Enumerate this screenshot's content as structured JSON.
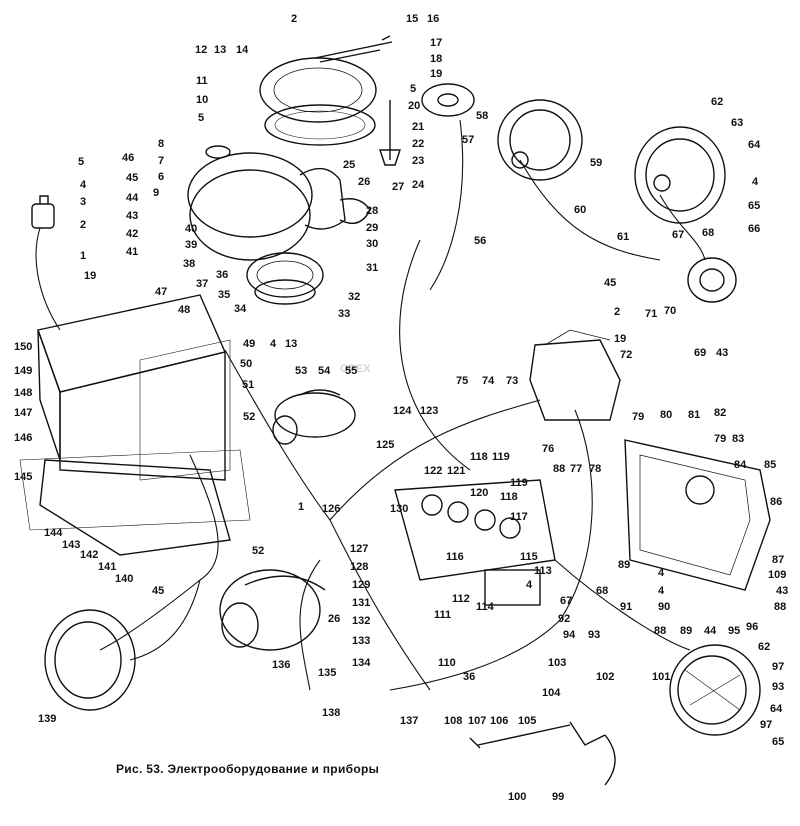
{
  "figure": {
    "caption": "Рис. 53. Электрооборудование и приборы",
    "watermark_text": "OPEX"
  },
  "callouts": {
    "n1": "1",
    "n2": "2",
    "n3": "3",
    "n4": "4",
    "n5": "5",
    "n6": "6",
    "n7": "7",
    "n8": "8",
    "n9": "9",
    "n10": "10",
    "n11": "11",
    "n12": "12",
    "n13": "13",
    "n14": "14",
    "n15": "15",
    "n16": "16",
    "n17": "17",
    "n18": "18",
    "n19": "19",
    "n20": "20",
    "n21": "21",
    "n22": "22",
    "n23": "23",
    "n24": "24",
    "n25": "25",
    "n26": "26",
    "n27": "27",
    "n28": "28",
    "n29": "29",
    "n30": "30",
    "n31": "31",
    "n32": "32",
    "n33": "33",
    "n34": "34",
    "n35": "35",
    "n36": "36",
    "n37": "37",
    "n38": "38",
    "n39": "39",
    "n40": "40",
    "n41": "41",
    "n42": "42",
    "n43": "43",
    "n44": "44",
    "n45": "45",
    "n46": "46",
    "n47": "47",
    "n48": "48",
    "n49": "49",
    "n50": "50",
    "n51": "51",
    "n52": "52",
    "n53": "53",
    "n54": "54",
    "n55": "55",
    "n56": "56",
    "n57": "57",
    "n58": "58",
    "n59": "59",
    "n60": "60",
    "n61": "61",
    "n62": "62",
    "n63": "63",
    "n64": "64",
    "n65": "65",
    "n66": "66",
    "n67": "67",
    "n68": "68",
    "n69": "69",
    "n70": "70",
    "n71": "71",
    "n72": "72",
    "n73": "73",
    "n74": "74",
    "n75": "75",
    "n76": "76",
    "n77": "77",
    "n78": "78",
    "n79": "79",
    "n80": "80",
    "n81": "81",
    "n82": "82",
    "n83": "83",
    "n84": "84",
    "n85": "85",
    "n86": "86",
    "n87": "87",
    "n88": "88",
    "n89": "89",
    "n90": "90",
    "n91": "91",
    "n92": "92",
    "n93": "93",
    "n94": "94",
    "n95": "95",
    "n96": "96",
    "n97": "97",
    "n99": "99",
    "n100": "100",
    "n101": "101",
    "n102": "102",
    "n103": "103",
    "n104": "104",
    "n105": "105",
    "n106": "106",
    "n107": "107",
    "n108": "108",
    "n109": "109",
    "n110": "110",
    "n111": "111",
    "n112": "112",
    "n113": "113",
    "n114": "114",
    "n115": "115",
    "n116": "116",
    "n117": "117",
    "n118": "118",
    "n119": "119",
    "n120": "120",
    "n121": "121",
    "n122": "122",
    "n123": "123",
    "n124": "124",
    "n125": "125",
    "n126": "126",
    "n127": "127",
    "n128": "128",
    "n129": "129",
    "n130": "130",
    "n131": "131",
    "n132": "132",
    "n133": "133",
    "n134": "134",
    "n135": "135",
    "n136": "136",
    "n137": "137",
    "n138": "138",
    "n139": "139",
    "n140": "140",
    "n141": "141",
    "n142": "142",
    "n143": "143",
    "n144": "144",
    "n145": "145",
    "n146": "146",
    "n147": "147",
    "n148": "148",
    "n149": "149",
    "n150": "150"
  },
  "colors": {
    "ink": "#111111",
    "paper": "#ffffff",
    "watermark": "#8a8a8a"
  }
}
